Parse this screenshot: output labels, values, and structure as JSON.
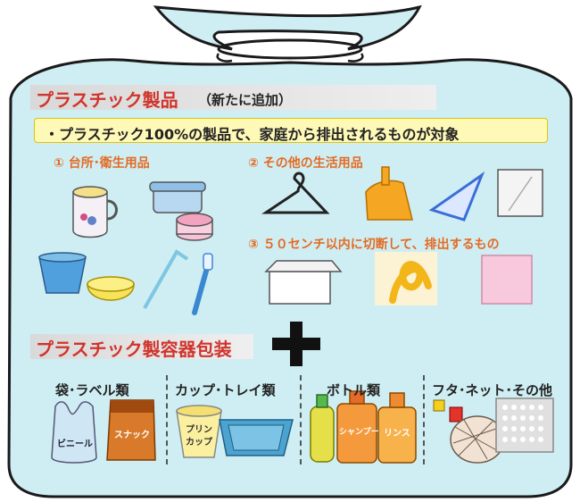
{
  "header": {
    "title": "プラスチック製品",
    "subtitle": "（新たに追加）"
  },
  "note": "・プラスチック100%の製品で、家庭から排出されるものが対象",
  "categories": {
    "kitchen": "① 台所･衛生用品",
    "living": "② その他の生活用品",
    "cut": "③ ５０センチ以内に切断して、排出するもの"
  },
  "packaging": {
    "title": "プラスチック製容器包装",
    "groups": [
      {
        "label": "袋･ラベル類"
      },
      {
        "label": "カップ･トレイ類"
      },
      {
        "label": "ボトル類"
      },
      {
        "label": "フタ･ネット･その他"
      }
    ],
    "item_texts": {
      "bag": "ビニール",
      "snack": "スナック",
      "pudding": "プリン",
      "noodle": "カップ",
      "shampoo": "シャンプー",
      "rinse": "リンス"
    }
  },
  "colors": {
    "bag_fill": "#cfeef3",
    "bag_stroke": "#1a1a1a",
    "heading_red": "#d0342c",
    "category_orange": "#e36b24",
    "note_fill": "#fff9b8",
    "pkg_fill": "#fde8d8"
  }
}
